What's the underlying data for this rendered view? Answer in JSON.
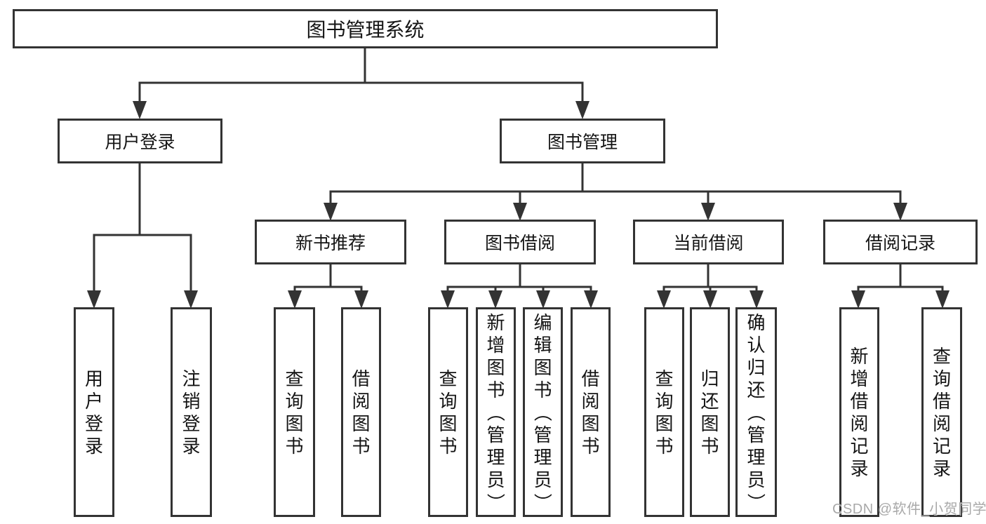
{
  "tree": {
    "root": "图书管理系统",
    "children": [
      {
        "label": "用户登录",
        "children": [
          "用户登录",
          "注销登录"
        ]
      },
      {
        "label": "图书管理",
        "children": [
          {
            "label": "新书推荐",
            "children": [
              "查询图书",
              "借阅图书"
            ]
          },
          {
            "label": "图书借阅",
            "children": [
              "查询图书",
              "新增图书（管理员）",
              "编辑图书（管理员）",
              "借阅图书"
            ]
          },
          {
            "label": "当前借阅",
            "children": [
              "查询图书",
              "归还图书",
              "确认归还（管理员）"
            ]
          },
          {
            "label": "借阅记录",
            "children": [
              "新增借阅记录",
              "查询借阅记录"
            ]
          }
        ]
      }
    ]
  },
  "colors": {
    "line": "#333333",
    "border": "#333333",
    "text": "#141414",
    "watermark": "#a9a9a9",
    "background": "#ffffff"
  },
  "watermark": {
    "text": "CSDN @软件_小贺同学"
  }
}
